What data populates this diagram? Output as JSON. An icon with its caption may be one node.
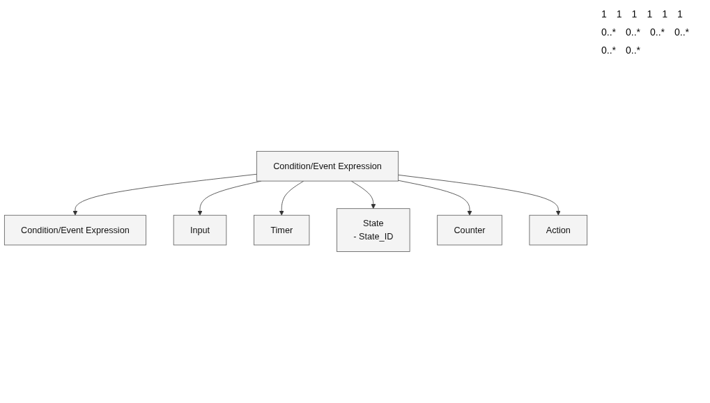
{
  "diagram": {
    "nodes": [
      {
        "text": [
          "Condition/Event Expression"
        ]
      },
      {
        "text": [
          "Condition/Event Expression"
        ]
      },
      {
        "text": [
          "State",
          "- State_ID"
        ]
      },
      {
        "text": [
          "Action"
        ]
      },
      {
        "text": [
          "Input"
        ]
      },
      {
        "text": [
          "Timer"
        ]
      },
      {
        "text": [
          "Counter"
        ]
      }
    ],
    "edges": [
      {
        "from": 0,
        "to": 1,
        "arrow": "to"
      },
      {
        "from": 0,
        "to": 4,
        "arrow": "to"
      },
      {
        "from": 0,
        "to": 5,
        "arrow": "to"
      },
      {
        "from": 0,
        "to": 2,
        "arrow": "to"
      },
      {
        "from": 0,
        "to": 6,
        "arrow": "to"
      },
      {
        "from": 0,
        "to": 3,
        "arrow": "to"
      }
    ],
    "labels": [
      "1",
      "1",
      "1",
      "1",
      "1",
      "1",
      "0..*",
      "0..*",
      "0..*",
      "0..*",
      "0..*",
      "0..*"
    ]
  }
}
